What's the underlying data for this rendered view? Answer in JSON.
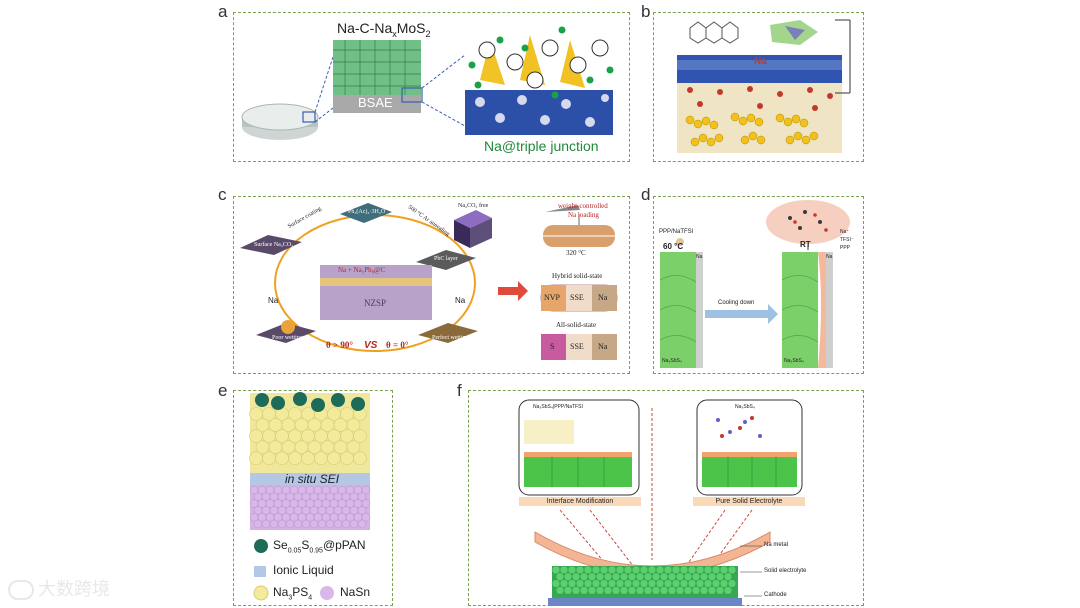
{
  "panels": {
    "a": {
      "letter": "a",
      "title_main": "Na-C-Na",
      "title_sub1": "x",
      "title_mid": "MoS",
      "title_sub2": "2",
      "bsae_label": "BSAE",
      "junction_label": "Na@triple junction"
    },
    "b": {
      "letter": "b",
      "na_label": "Na"
    },
    "c": {
      "letter": "c",
      "step1": "Surface Na₂CO₃",
      "step2": "Ph₃(Ac)₂·3H₂O",
      "step3": "PbC layer",
      "step4": "Poor wetting",
      "step5": "Perfect wetting",
      "arrow_top_left": "Surface coating",
      "arrow_top_right": "500 °C Ar annealing",
      "arrow_left": "Na",
      "arrow_right": "Na",
      "center_top": "Na + Na₃Pb₈@C",
      "center_label": "NZSP",
      "angle_left": "θ > 90°",
      "vs": "VS",
      "angle_right": "θ = 0°",
      "inset_label": "Na₂CO₃ free",
      "loading_title": "weight-controlled",
      "loading_sub": "Na loading",
      "temp": "320 °C",
      "hybrid_title": "Hybrid solid-state",
      "hybrid_cells": [
        "NVP",
        "SSE",
        "Na"
      ],
      "all_title": "All-solid-state",
      "all_cells": [
        "S",
        "SSE",
        "Na"
      ]
    },
    "d": {
      "letter": "d",
      "top_label": "PPP/NaTFSI",
      "temp": "60 °C",
      "rt": "RT",
      "cooling": "Cooling down",
      "left_bottom": "Na₃SbS₄",
      "right_bottom": "Na₃SbS₄",
      "na_left": "Na",
      "na_right": "Na",
      "legend": [
        "Na⁺",
        "TFSI⁻",
        "PPP"
      ]
    },
    "e": {
      "letter": "e",
      "sei_label": "in situ SEI",
      "legend_1": "Se",
      "legend_1_sub1": "0.05",
      "legend_1_mid": "S",
      "legend_1_sub2": "0.95",
      "legend_1_end": "@pPAN",
      "legend_2": "Ionic Liquid",
      "legend_3": "Na",
      "legend_3_sub1": "3",
      "legend_3_end": "PS",
      "legend_3_sub2": "4",
      "legend_4": "NaSn"
    },
    "f": {
      "letter": "f",
      "left_inset_title": "Na₃SbS₄|PPP/NaTFSI",
      "right_inset_title": "Na₃SbS₄",
      "interface_label": "Interface Modification",
      "pure_label": "Pure Solid Electrolyte",
      "na_metal": "Na metal",
      "solid_electrolyte": "Solid electrolyte",
      "cathode": "Cathode"
    }
  },
  "watermark": "大数跨境",
  "colors": {
    "border": "#7ca04f",
    "green": "#3bb24a",
    "navy": "#1f3a8a",
    "orange": "#f0a36b",
    "yellow": "#f3e9a0",
    "lavender": "#d8b8e8",
    "teal": "#1f6b5a"
  }
}
